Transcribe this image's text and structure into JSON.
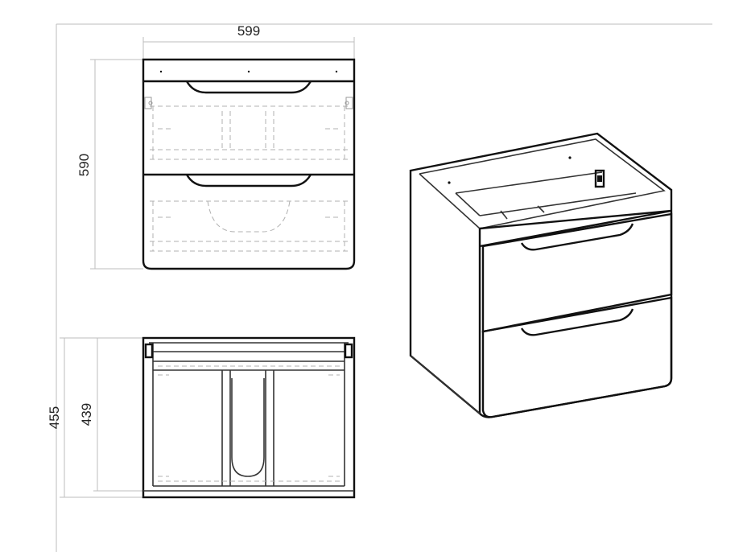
{
  "dimensions": {
    "width": "599",
    "height": "590",
    "depth_total": "455",
    "depth_inner": "439"
  },
  "colors": {
    "line": "#111111",
    "dimension_line": "#bdbdbd",
    "hidden_line": "#b0b0b0",
    "text": "#222222"
  }
}
